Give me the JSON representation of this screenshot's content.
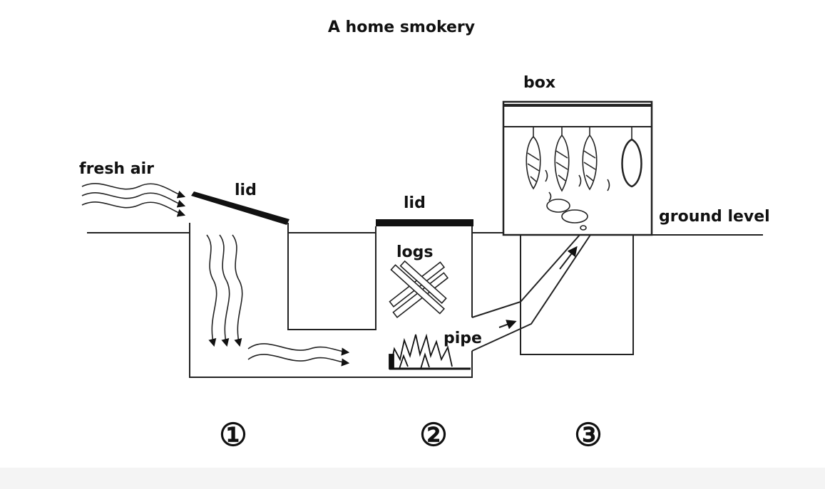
{
  "diagram": {
    "title": "A home smokery",
    "labels": {
      "fresh_air": "fresh air",
      "lid_left": "lid",
      "lid_middle": "lid",
      "logs": "logs",
      "pipe": "pipe",
      "box": "box",
      "ground_level": "ground level"
    },
    "stages": [
      "①",
      "②",
      "③"
    ]
  }
}
